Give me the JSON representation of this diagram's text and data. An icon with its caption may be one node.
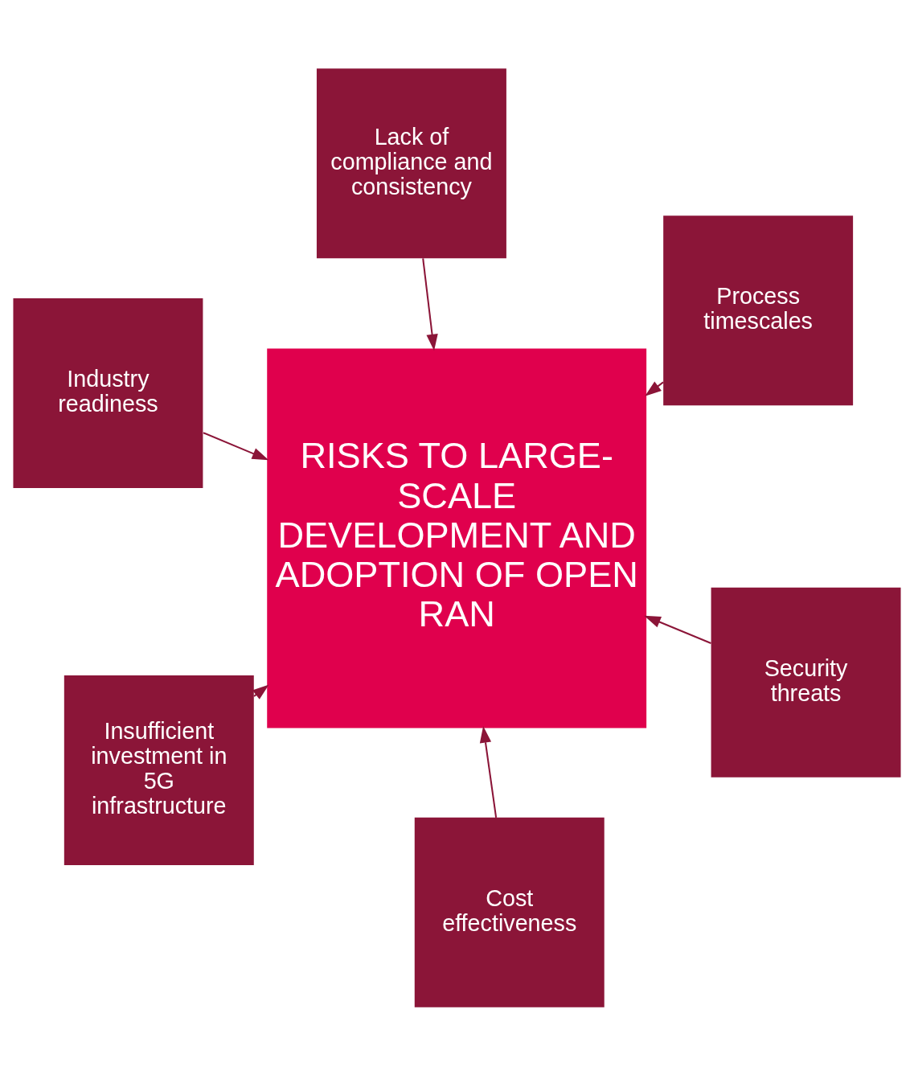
{
  "diagram": {
    "nodes": [
      {
        "text": [
          "Industry readiness"
        ]
      },
      {
        "text": [
          "Security threats"
        ]
      },
      {
        "text": [
          "Cost effectiveness"
        ]
      },
      {
        "text": [
          "RISKS TO LARGE-SCALE DEVELOPMENT AND ADOPTION OF OPEN RAN"
        ]
      },
      {
        "text": [
          "Process timescales"
        ]
      },
      {
        "text": [
          "Lack of compliance and consistency"
        ]
      },
      {
        "text": [
          "Insufficient investment in 5G infrastructure"
        ]
      }
    ],
    "edges": [
      {
        "from": 0,
        "to": 3,
        "arrow": "to"
      },
      {
        "from": 1,
        "to": 3,
        "arrow": "to"
      },
      {
        "from": 2,
        "to": 3,
        "arrow": "to"
      },
      {
        "from": 4,
        "to": 3,
        "arrow": "to"
      },
      {
        "from": 5,
        "to": 3,
        "arrow": "to"
      },
      {
        "from": 6,
        "to": 3,
        "arrow": "to"
      }
    ]
  }
}
